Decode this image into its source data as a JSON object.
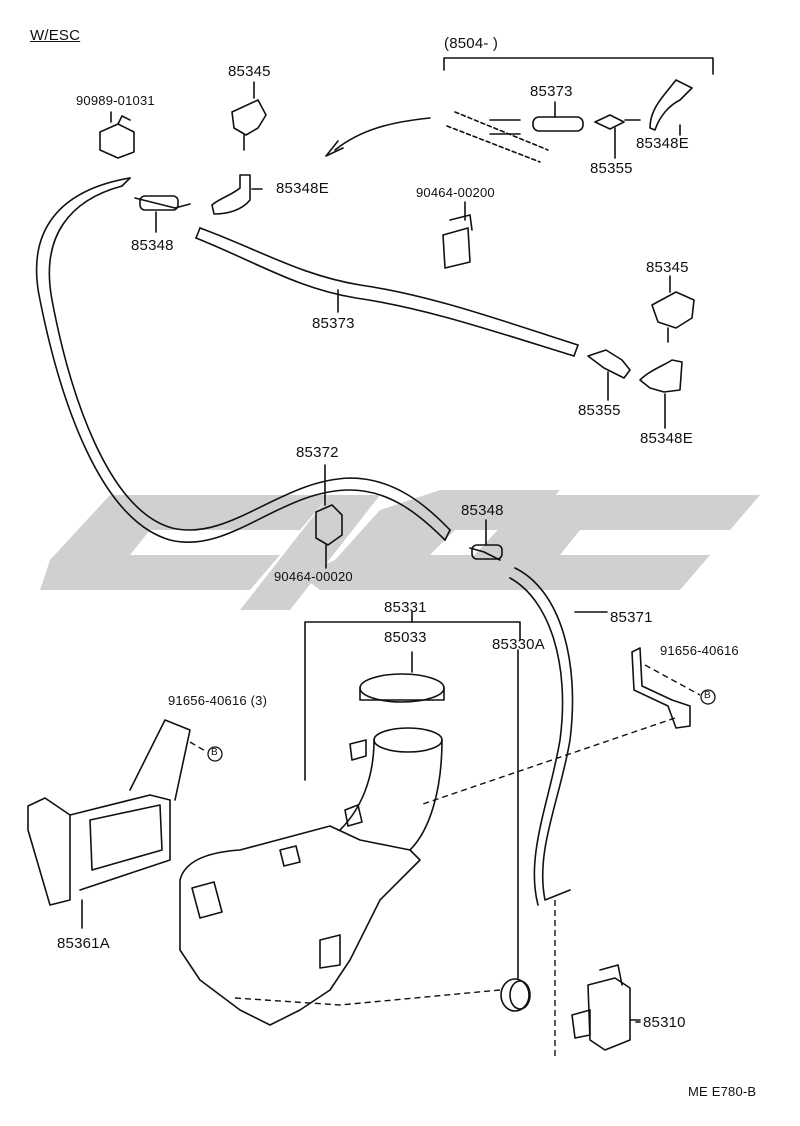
{
  "header": {
    "variant": "W/ESC",
    "group_ref": "(8504-        )"
  },
  "labels": {
    "p90989": "90989-01031",
    "p85345a": "85345",
    "p85348e_a": "85348E",
    "p85348a": "85348",
    "p85373a": "85373",
    "p85373b": "85373",
    "p85348e_b": "85348E",
    "p85355a": "85355",
    "p90464_200": "90464-00200",
    "p85345b": "85345",
    "p85355b": "85355",
    "p85348e_c": "85348E",
    "p85372": "85372",
    "p85348b": "85348",
    "p90464_020": "90464-00020",
    "p85331": "85331",
    "p85033": "85033",
    "p85330a": "85330A",
    "p85371": "85371",
    "p91656_right": "91656-40616",
    "p91656_left": "91656-40616  (3)",
    "p85361a": "85361A",
    "p85310": "85310",
    "ref_b1": "B",
    "ref_b2": "B"
  },
  "footer": {
    "code": "ME E780-B"
  },
  "colors": {
    "line": "#111111",
    "watermark": "#c8c8c8"
  }
}
